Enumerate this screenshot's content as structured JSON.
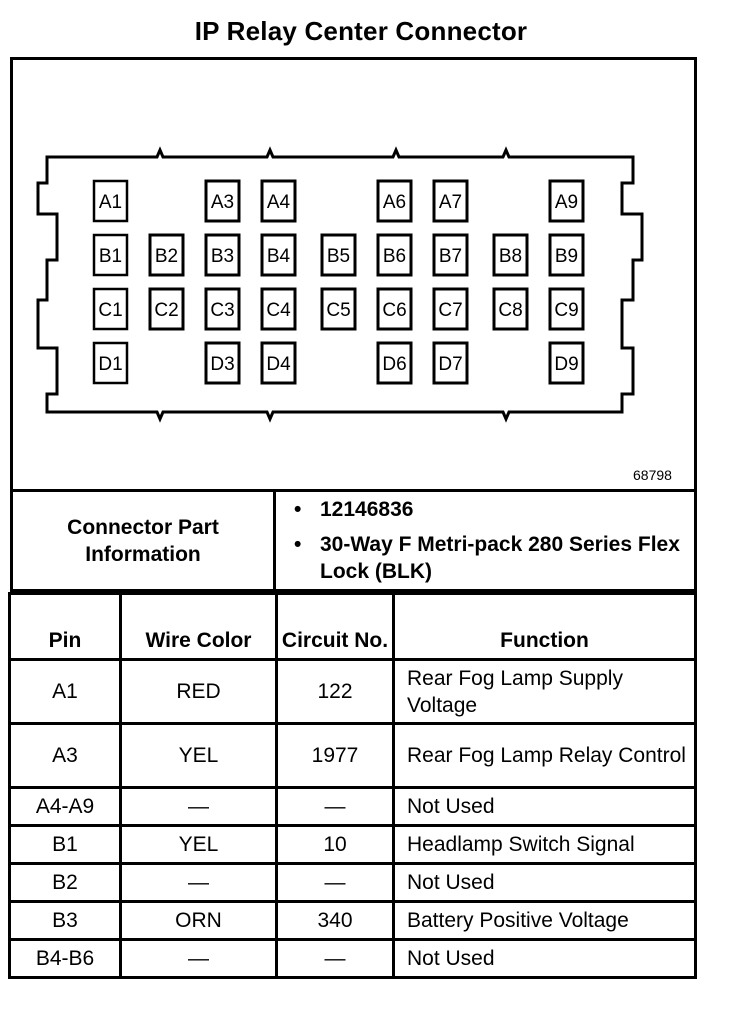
{
  "title": "IP Relay Center Connector",
  "figure_number": "68798",
  "pins": [
    "A1",
    "A3",
    "A4",
    "A6",
    "A7",
    "A9",
    "B1",
    "B2",
    "B3",
    "B4",
    "B5",
    "B6",
    "B7",
    "B8",
    "B9",
    "C1",
    "C2",
    "C3",
    "C4",
    "C5",
    "C6",
    "C7",
    "C8",
    "C9",
    "D1",
    "D3",
    "D4",
    "D6",
    "D7",
    "D9"
  ],
  "part_info": {
    "label": "Connector Part Information",
    "items": [
      "12146836",
      "30-Way F Metri-pack 280 Series Flex Lock (BLK)"
    ]
  },
  "table": {
    "headers": {
      "pin": "Pin",
      "wire_color": "Wire Color",
      "circuit": "Circuit No.",
      "function": "Function"
    },
    "rows": [
      {
        "pin": "A1",
        "wire": "RED",
        "circuit": "122",
        "function": "Rear Fog Lamp Supply Voltage"
      },
      {
        "pin": "A3",
        "wire": "YEL",
        "circuit": "1977",
        "function": "Rear Fog Lamp Relay Control"
      },
      {
        "pin": "A4-A9",
        "wire": "—",
        "circuit": "—",
        "function": "Not Used"
      },
      {
        "pin": "B1",
        "wire": "YEL",
        "circuit": "10",
        "function": "Headlamp Switch Signal"
      },
      {
        "pin": "B2",
        "wire": "—",
        "circuit": "—",
        "function": "Not Used"
      },
      {
        "pin": "B3",
        "wire": "ORN",
        "circuit": "340",
        "function": "Battery Positive Voltage"
      },
      {
        "pin": "B4-B6",
        "wire": "—",
        "circuit": "—",
        "function": "Not Used"
      }
    ]
  }
}
